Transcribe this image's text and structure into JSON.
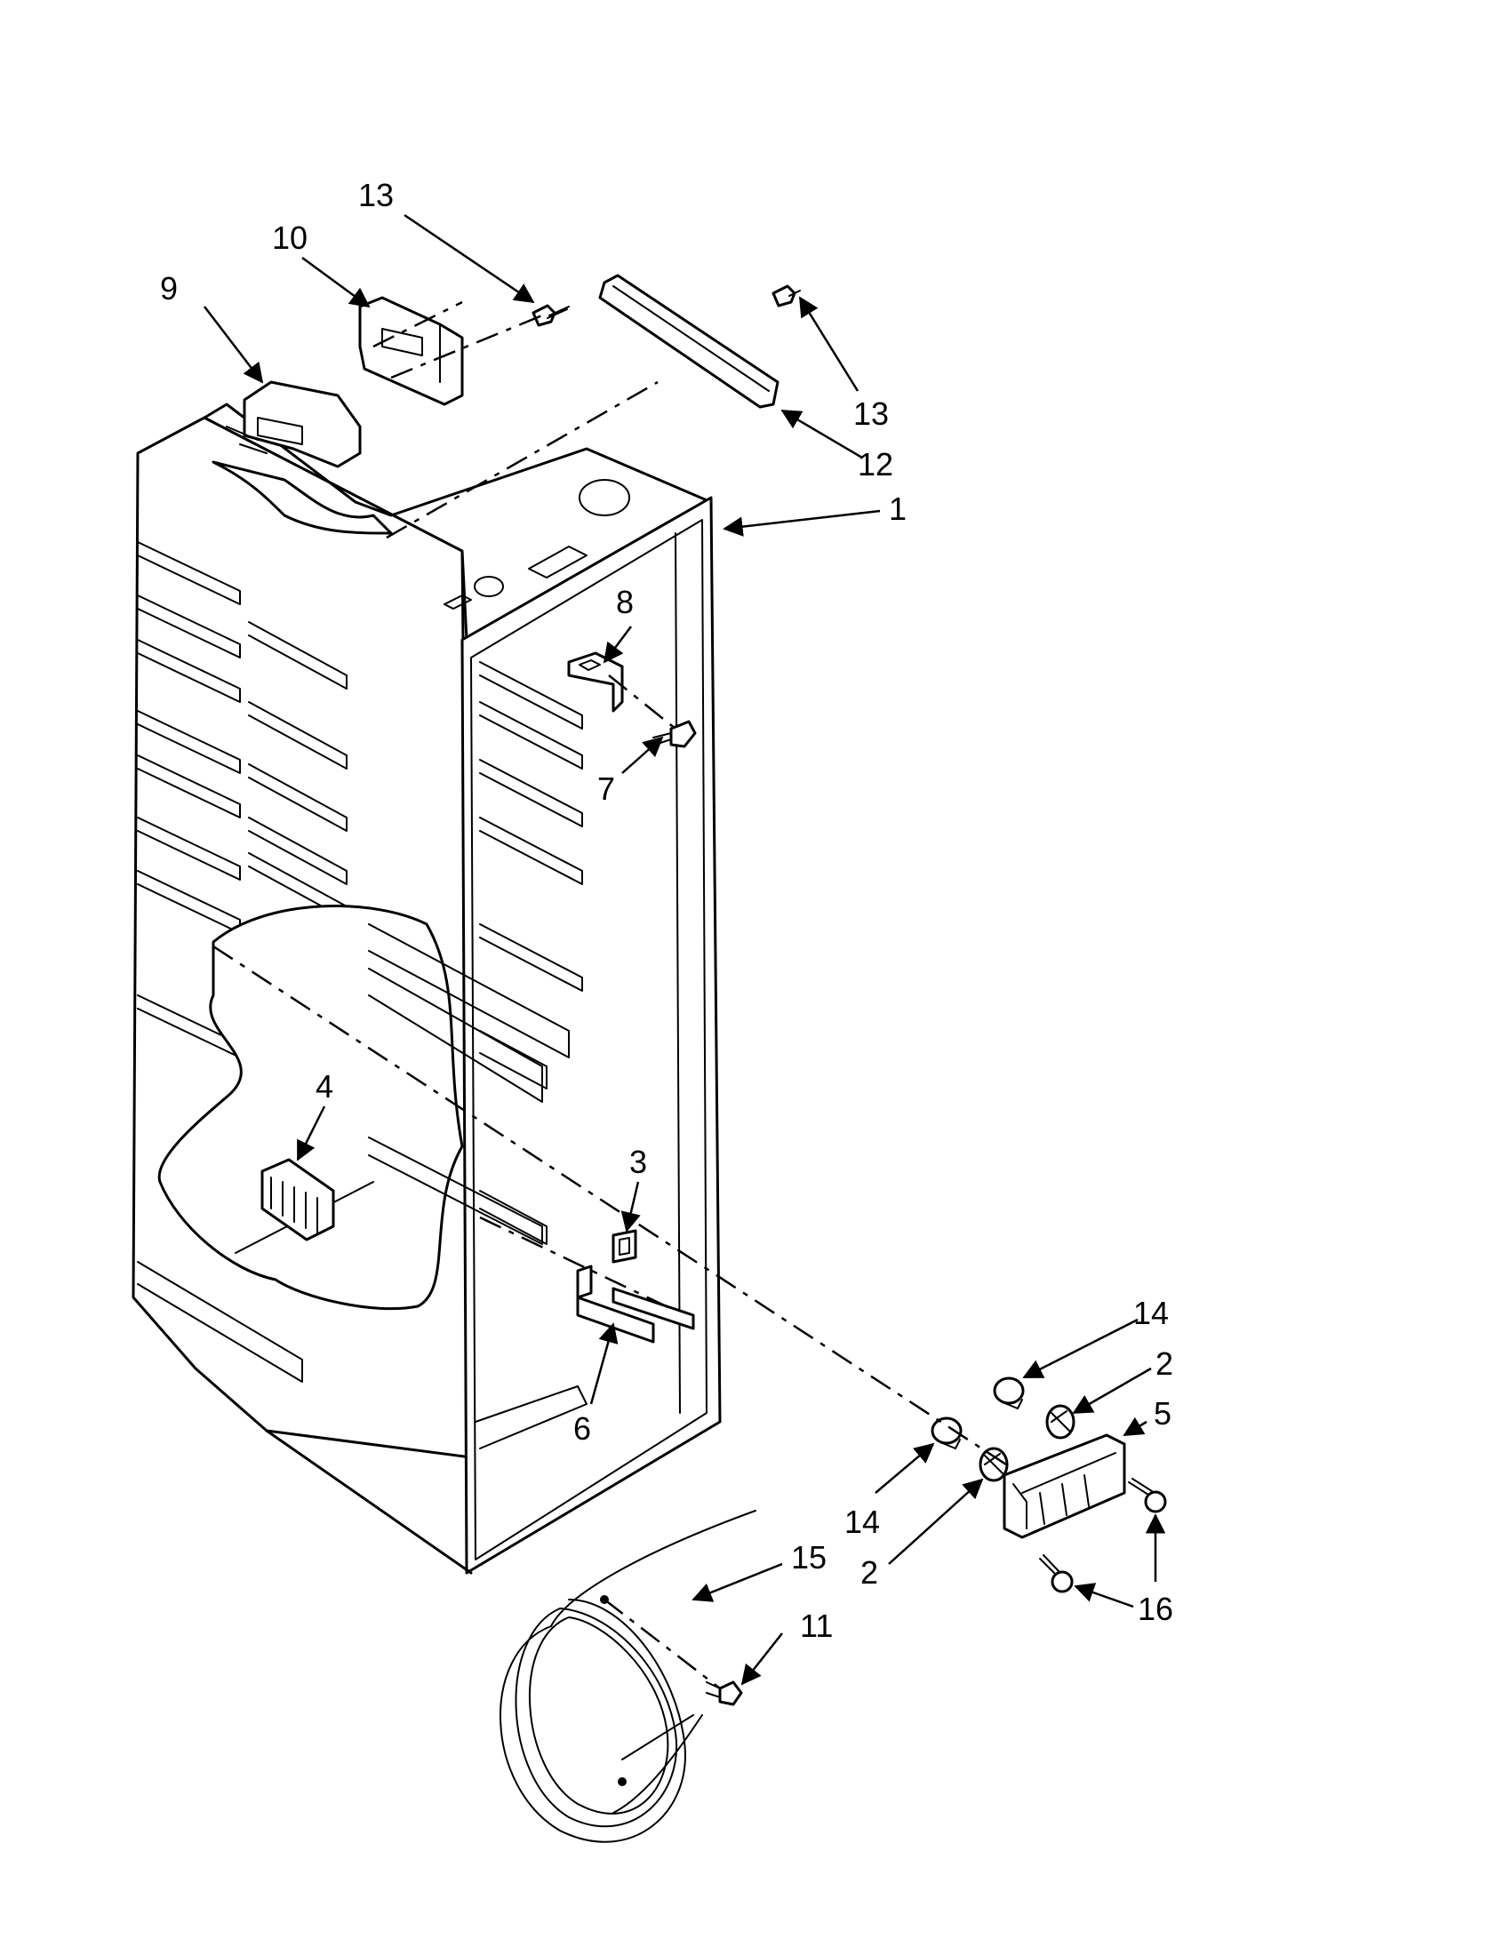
{
  "callouts": [
    {
      "id": "1",
      "label": "1"
    },
    {
      "id": "2a",
      "label": "2"
    },
    {
      "id": "2b",
      "label": "2"
    },
    {
      "id": "3",
      "label": "3"
    },
    {
      "id": "4",
      "label": "4"
    },
    {
      "id": "5",
      "label": "5"
    },
    {
      "id": "6",
      "label": "6"
    },
    {
      "id": "7",
      "label": "7"
    },
    {
      "id": "8",
      "label": "8"
    },
    {
      "id": "9",
      "label": "9"
    },
    {
      "id": "10",
      "label": "10"
    },
    {
      "id": "11",
      "label": "11"
    },
    {
      "id": "12",
      "label": "12"
    },
    {
      "id": "13a",
      "label": "13"
    },
    {
      "id": "13b",
      "label": "13"
    },
    {
      "id": "14a",
      "label": "14"
    },
    {
      "id": "14b",
      "label": "14"
    },
    {
      "id": "15",
      "label": "15"
    },
    {
      "id": "16",
      "label": "16"
    }
  ]
}
